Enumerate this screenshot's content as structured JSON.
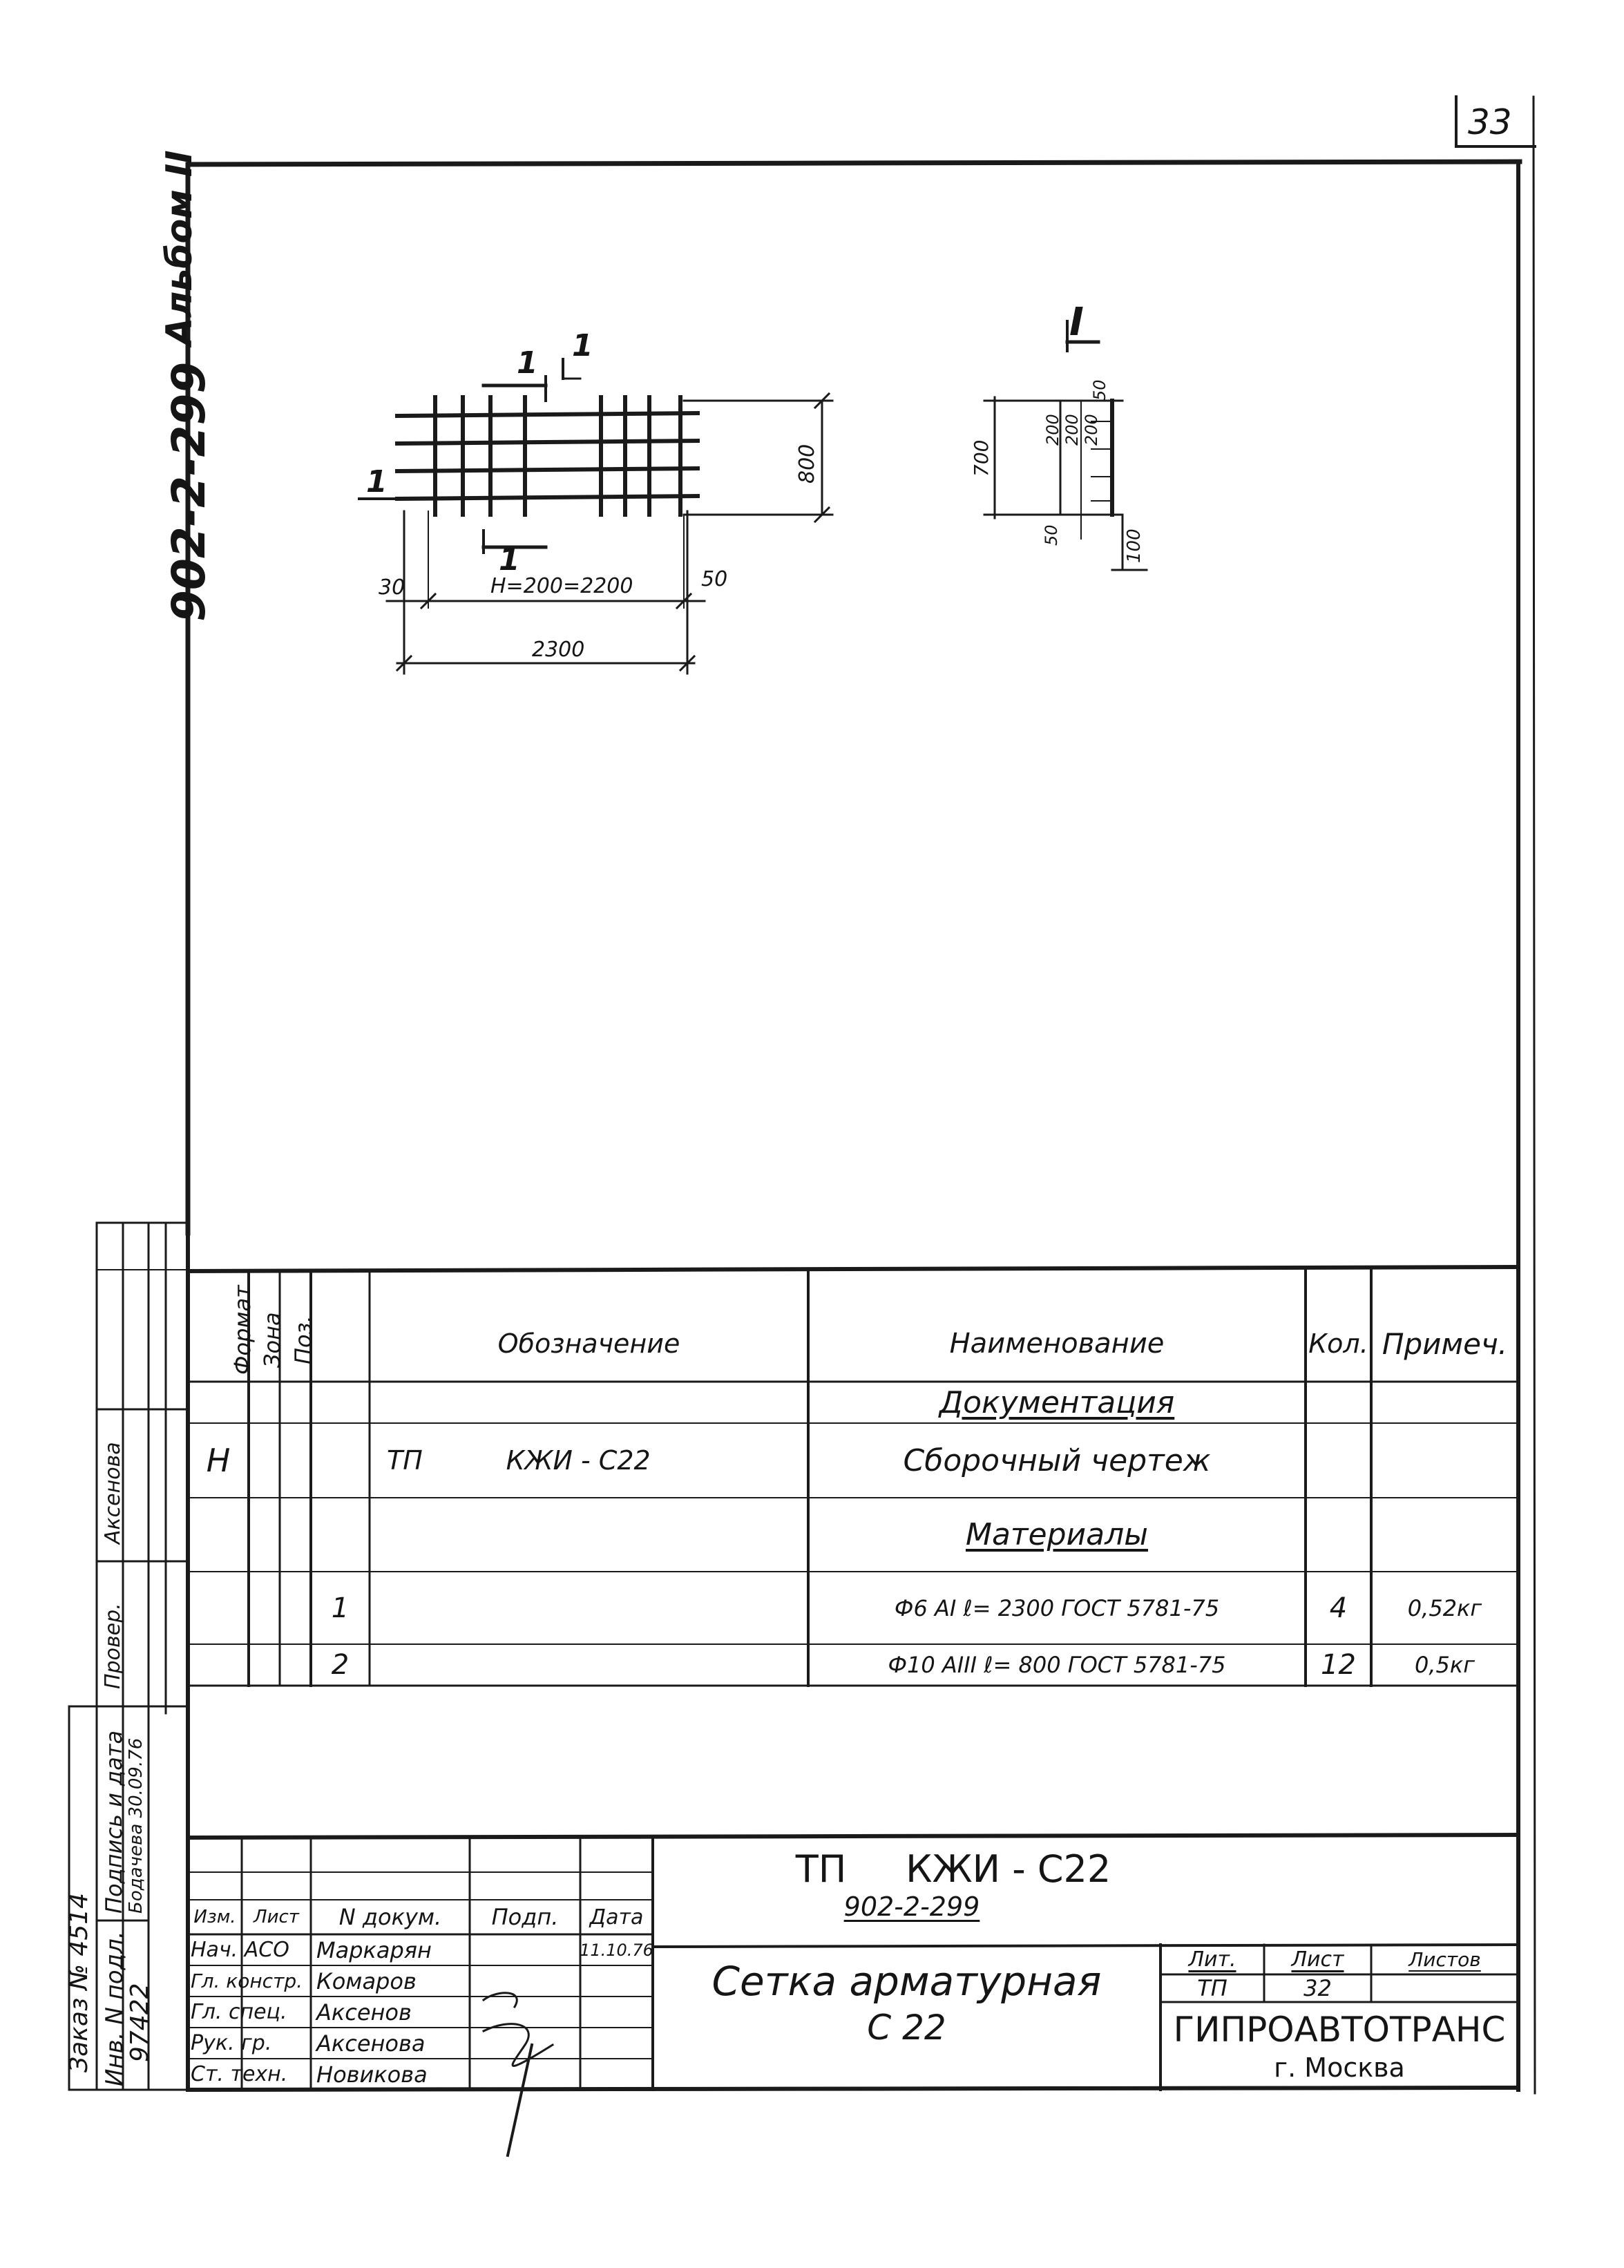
{
  "sheet": {
    "page_number": "33",
    "side_code": "902-2-299",
    "side_album": "Альбом II"
  },
  "drawing": {
    "section_marks": [
      "1",
      "1",
      "1",
      "1",
      "I"
    ],
    "dims_plan": [
      "H=200=2200",
      "2300",
      "30",
      "50",
      "800"
    ],
    "dims_section": [
      "700",
      "50",
      "200",
      "200",
      "200",
      "50",
      "100"
    ]
  },
  "spec_table": {
    "headers": {
      "format": "Формат",
      "zone": "Зона",
      "pos": "Поз.",
      "designation": "Обозначение",
      "name": "Наименование",
      "qty": "Кол.",
      "note": "Примеч."
    },
    "rows": [
      {
        "format": "",
        "pos": "",
        "designation": "",
        "name": "Документация",
        "qty": "",
        "note": ""
      },
      {
        "format": "Н",
        "pos": "",
        "designation": "ТП          КЖИ - С22",
        "name": "Сборочный  чертеж",
        "qty": "",
        "note": ""
      },
      {
        "format": "",
        "pos": "",
        "designation": "",
        "name": "Материалы",
        "qty": "",
        "note": ""
      },
      {
        "format": "",
        "pos": "1",
        "designation": "",
        "name": "Ф6 АI   ℓ= 2300  ГОСТ 5781-75",
        "qty": "4",
        "note": "0,52кг"
      },
      {
        "format": "",
        "pos": "2",
        "designation": "",
        "name": "Ф10 АIII   ℓ= 800  ГОСТ 5781-75",
        "qty": "12",
        "note": "0,5кг"
      }
    ]
  },
  "left_margin": {
    "names": [
      "Аксенова",
      "Провер."
    ],
    "inv_label": "Инв. N подл.",
    "inv_no": "97422",
    "sign_label": "Подпись и дата",
    "sign_val": "Бодачева 30.09.76",
    "order": "Заказ № 4514"
  },
  "title_block": {
    "code": "ТП     КЖИ - С22",
    "subcode": "902-2-299",
    "hdr": [
      "Изм.",
      "Лист",
      "N докум.",
      "Подп.",
      "Дата"
    ],
    "roles": [
      {
        "role": "Нач. АСО",
        "name": "Маркарян",
        "date": "11.10.76"
      },
      {
        "role": "Гл. констр.",
        "name": "Комаров",
        "date": ""
      },
      {
        "role": "Гл. спец.",
        "name": "Аксенов",
        "date": ""
      },
      {
        "role": "Рук. гр.",
        "name": "Аксенова",
        "date": ""
      },
      {
        "role": "Ст. техн.",
        "name": "Новикова",
        "date": ""
      }
    ],
    "product_title": "Сетка арматурная",
    "product_code": "С 22",
    "stage_label": "Лит.",
    "sheet_label": "Лист",
    "sheets_label": "Листов",
    "stage": "ТП",
    "sheet_no": "32",
    "org": "ГИПРОАВТОТРАНС",
    "city": "г. Москва"
  }
}
